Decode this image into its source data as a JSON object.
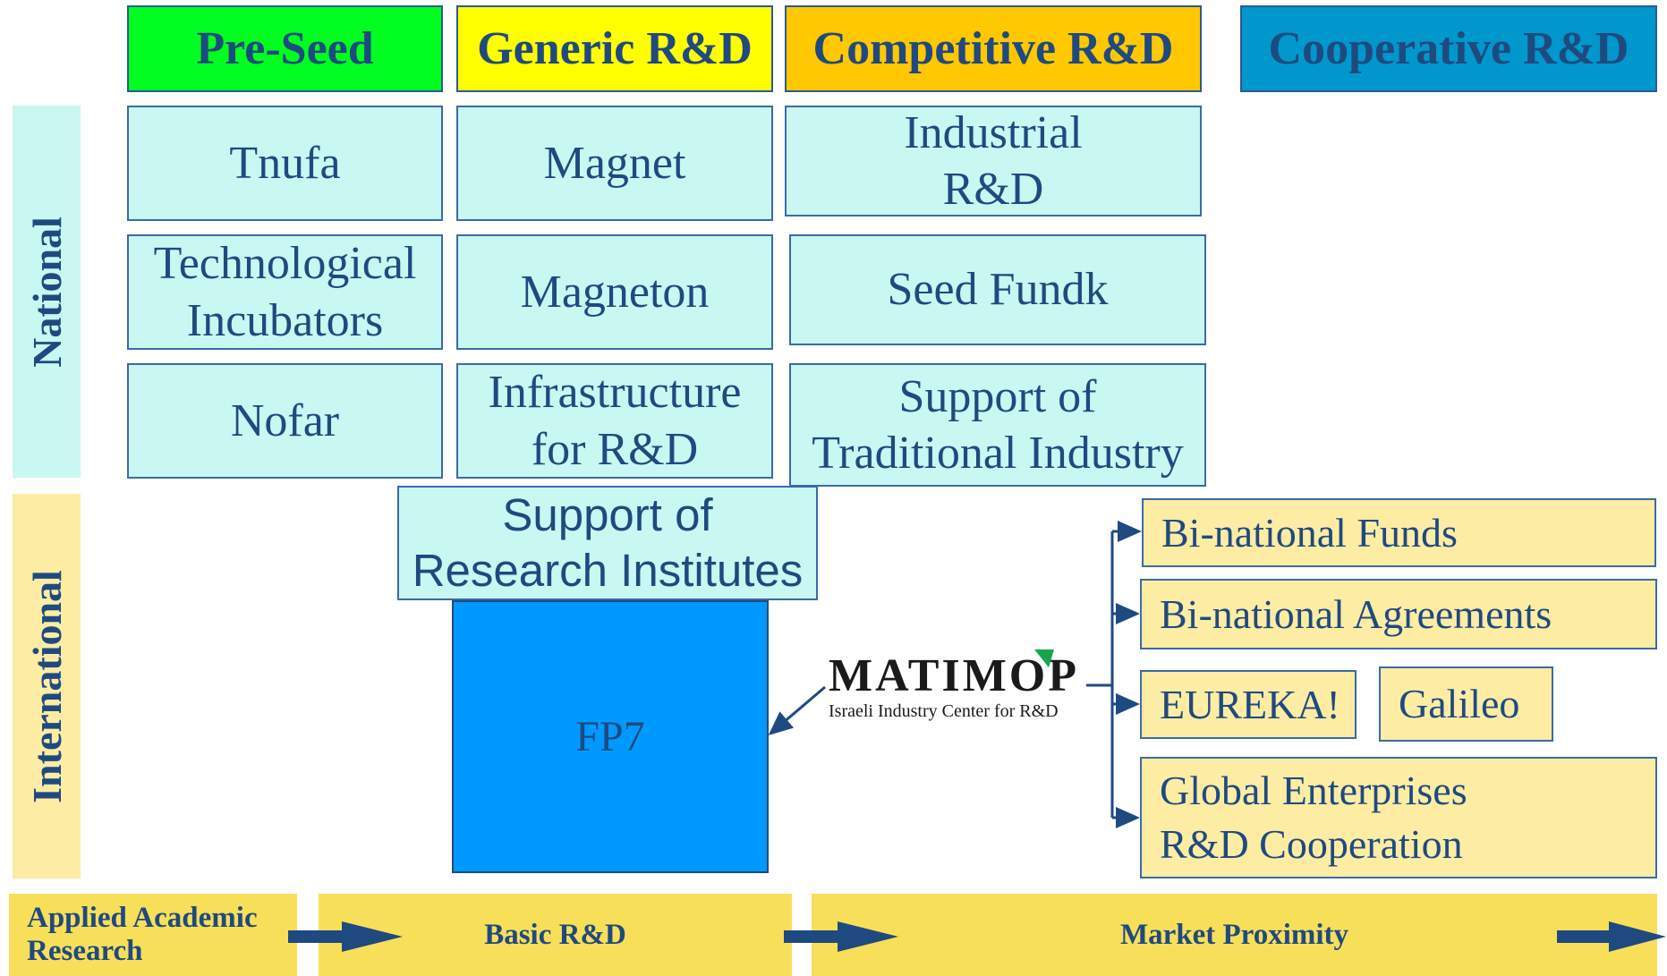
{
  "headers": {
    "pre_seed": "Pre-Seed",
    "generic": "Generic R&D",
    "competitive": "Competitive R&D",
    "cooperative": "Cooperative R&D"
  },
  "side_labels": {
    "national": "National",
    "international": "International"
  },
  "national": {
    "tnufa": "Tnufa",
    "magnet": "Magnet",
    "industrial": "Industrial\nR&D",
    "tech_incubators": "Technological\nIncubators",
    "magneton": "Magneton",
    "seed_fund": "Seed Fundk",
    "nofar": "Nofar",
    "infrastructure": "Infrastructure\nfor R&D",
    "traditional": "Support of\nTraditional Industry"
  },
  "international": {
    "research_institutes": "Support of\nResearch Institutes",
    "fp7": "FP7",
    "binational_funds": "Bi-national Funds",
    "binational_agreements": "Bi-national Agreements",
    "eureka": "EUREKA!",
    "galileo": "Galileo",
    "global_enterprises": "Global Enterprises\nR&D Cooperation"
  },
  "matimop": {
    "logo_text": "MATIMOP",
    "subtitle": "Israeli Industry Center for R&D"
  },
  "bottom_bar": {
    "applied": "Applied Academic\nResearch",
    "basic": "Basic R&D",
    "market": "Market Proximity"
  },
  "colors": {
    "pre_seed": "#00ff20",
    "generic": "#ffff00",
    "competitive": "#ffc800",
    "cooperative": "#0097cc",
    "national_band": "#c9f7f1",
    "international_band": "#fdeca3",
    "fp7": "#0099ff",
    "bottom_bar": "#f7df59",
    "arrow": "#1f4a80"
  }
}
